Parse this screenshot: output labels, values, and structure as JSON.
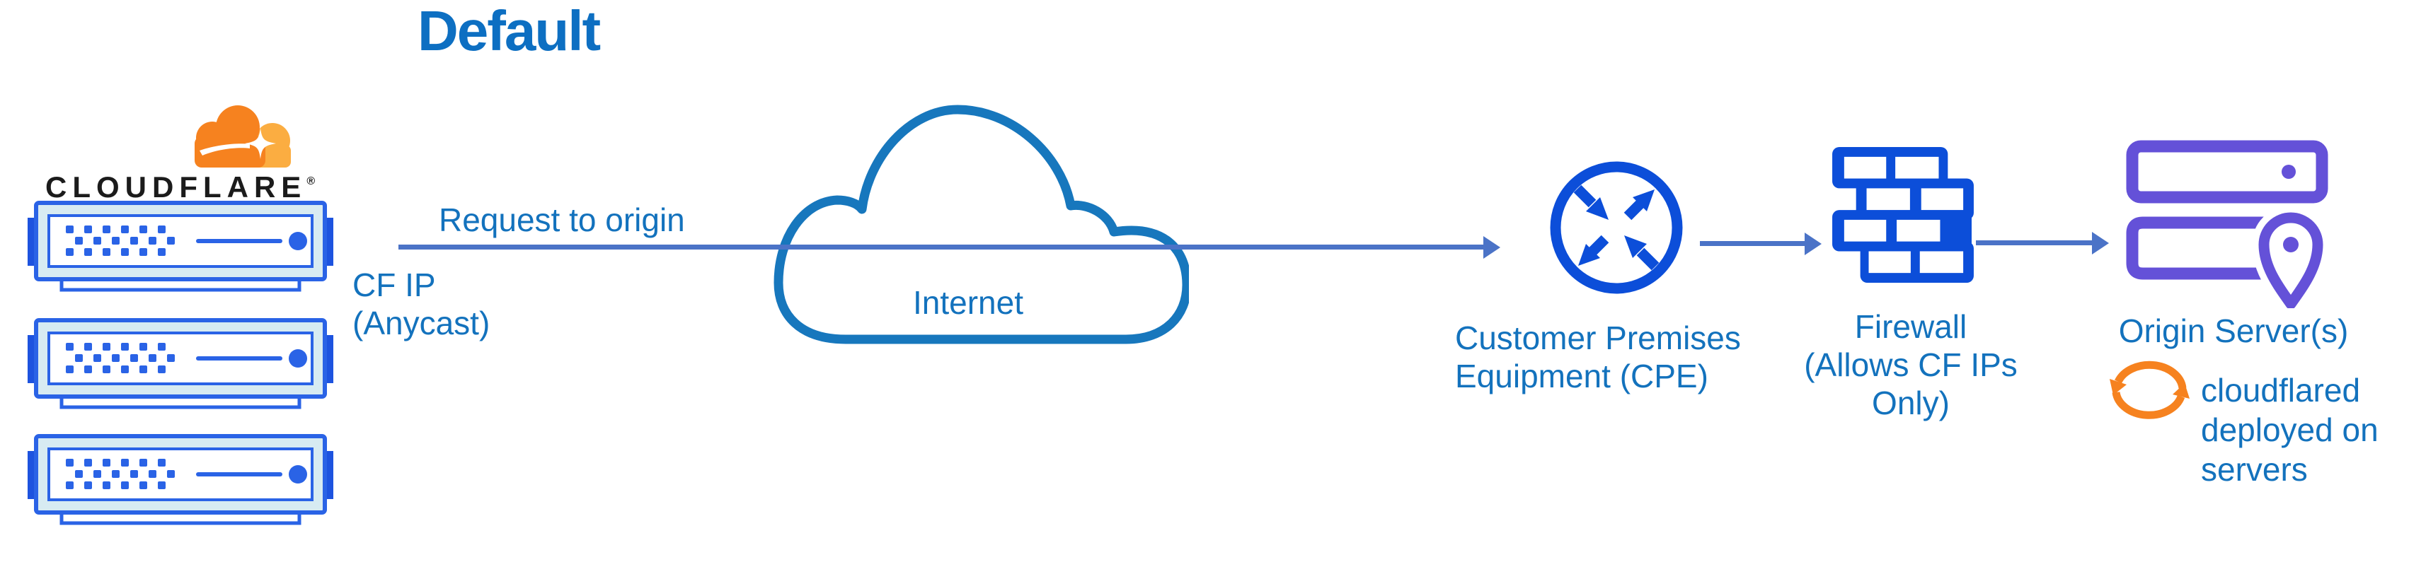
{
  "title": "Default",
  "logo": {
    "wordmark": "CLOUDFLARE",
    "registered_mark": "®"
  },
  "edge": {
    "request_label": "Request to origin",
    "ip_label": "CF IP\n(Anycast)"
  },
  "internet": {
    "label": "Internet"
  },
  "cpe": {
    "label": "Customer Premises\nEquipment (CPE)"
  },
  "firewall": {
    "label": "Firewall\n(Allows CF IPs Only)"
  },
  "origin": {
    "label": "Origin Server(s)",
    "note": "cloudflared\ndeployed on\nservers"
  },
  "icons": {
    "cloudflare_logo": "cloudflare-logo",
    "edge_server": "server-icon",
    "internet": "cloud-icon",
    "cpe": "router-arrows-icon",
    "firewall": "brick-wall-icon",
    "origin_server": "server-location-icon",
    "cloudflared": "sync-arrows-icon",
    "flow_arrow": "right-arrow-icon"
  },
  "colors": {
    "title_blue": "#0d6fc2",
    "text_blue": "#1372bd",
    "arrow_blue": "#4b73c7",
    "cloud_outline_blue": "#1777bd",
    "icon_blue": "#0c4ed9",
    "server_border_blue": "#2a63e6",
    "server_tab_blue": "#1d53df",
    "server_fill": "#d7ebf2",
    "origin_purple": "#6451d8",
    "cf_orange": "#f6821f",
    "cf_orange_light": "#fbad41",
    "wordmark_ink": "#1b1b1b"
  }
}
